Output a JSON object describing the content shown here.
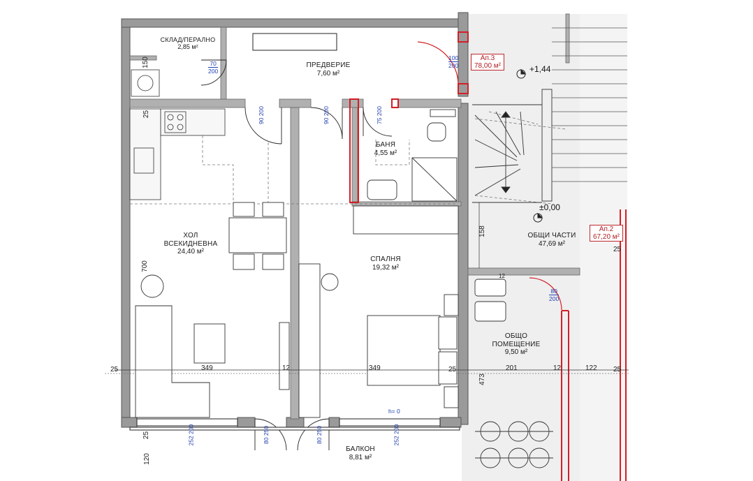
{
  "rooms": {
    "storage": {
      "name": "СКЛАД/ПЕРАЛНО",
      "area": "2,85 м²"
    },
    "hall": {
      "name": "ПРЕДВЕРИЕ",
      "area": "7,60 м²"
    },
    "bath": {
      "name": "БАНЯ",
      "area": "4,55 м²"
    },
    "living_l1": "ХОЛ",
    "living_l2": "ВСЕКИДНЕВНА",
    "living_area": "24,40 м²",
    "bedroom": {
      "name": "СПАЛНЯ",
      "area": "19,32 м²"
    },
    "common": {
      "name": "ОБЩИ ЧАСТИ",
      "area": "47,69 м²"
    },
    "shared_l1": "ОБЩО",
    "shared_l2": "ПОМЕЩЕНИЕ",
    "shared_area": "9,50 м²",
    "balcony": {
      "name": "БАЛКОН",
      "area": "8,81 м²"
    }
  },
  "apartments": {
    "ap3": {
      "label": "Ап.3",
      "area": "78,00 м²"
    },
    "ap2": {
      "label": "Ап.2",
      "area": "67,20 м²"
    }
  },
  "levels": {
    "top": "+1,44",
    "zero": "±0,00",
    "balcony_h": "h= 0"
  },
  "doors": {
    "d70": {
      "w": "70",
      "h": "200"
    },
    "d100": {
      "w": "100",
      "h": "200"
    },
    "d90a": {
      "w": "90",
      "h": "200"
    },
    "d90b": {
      "w": "90",
      "h": "200"
    },
    "d75": {
      "w": "75",
      "h": "200"
    },
    "d80": {
      "w": "80",
      "h": "200"
    },
    "b252a": {
      "w": "252",
      "h": "200"
    },
    "b80": {
      "w": "80",
      "h": "250"
    },
    "b80b": {
      "w": "80",
      "h": "250"
    },
    "b252b": {
      "w": "252",
      "h": "200"
    }
  },
  "dims": {
    "d150": "150",
    "d25a": "25",
    "d700": "700",
    "d25b": "25",
    "d120": "120",
    "d158": "158",
    "d473": "473",
    "d25r": "25",
    "row_25l": "25",
    "row_349a": "349",
    "row_12a": "12",
    "row_349b": "349",
    "row_25m": "25",
    "row_201": "201",
    "row_12b": "12",
    "row_122": "122",
    "row_25r": "25",
    "d12s": "12"
  }
}
